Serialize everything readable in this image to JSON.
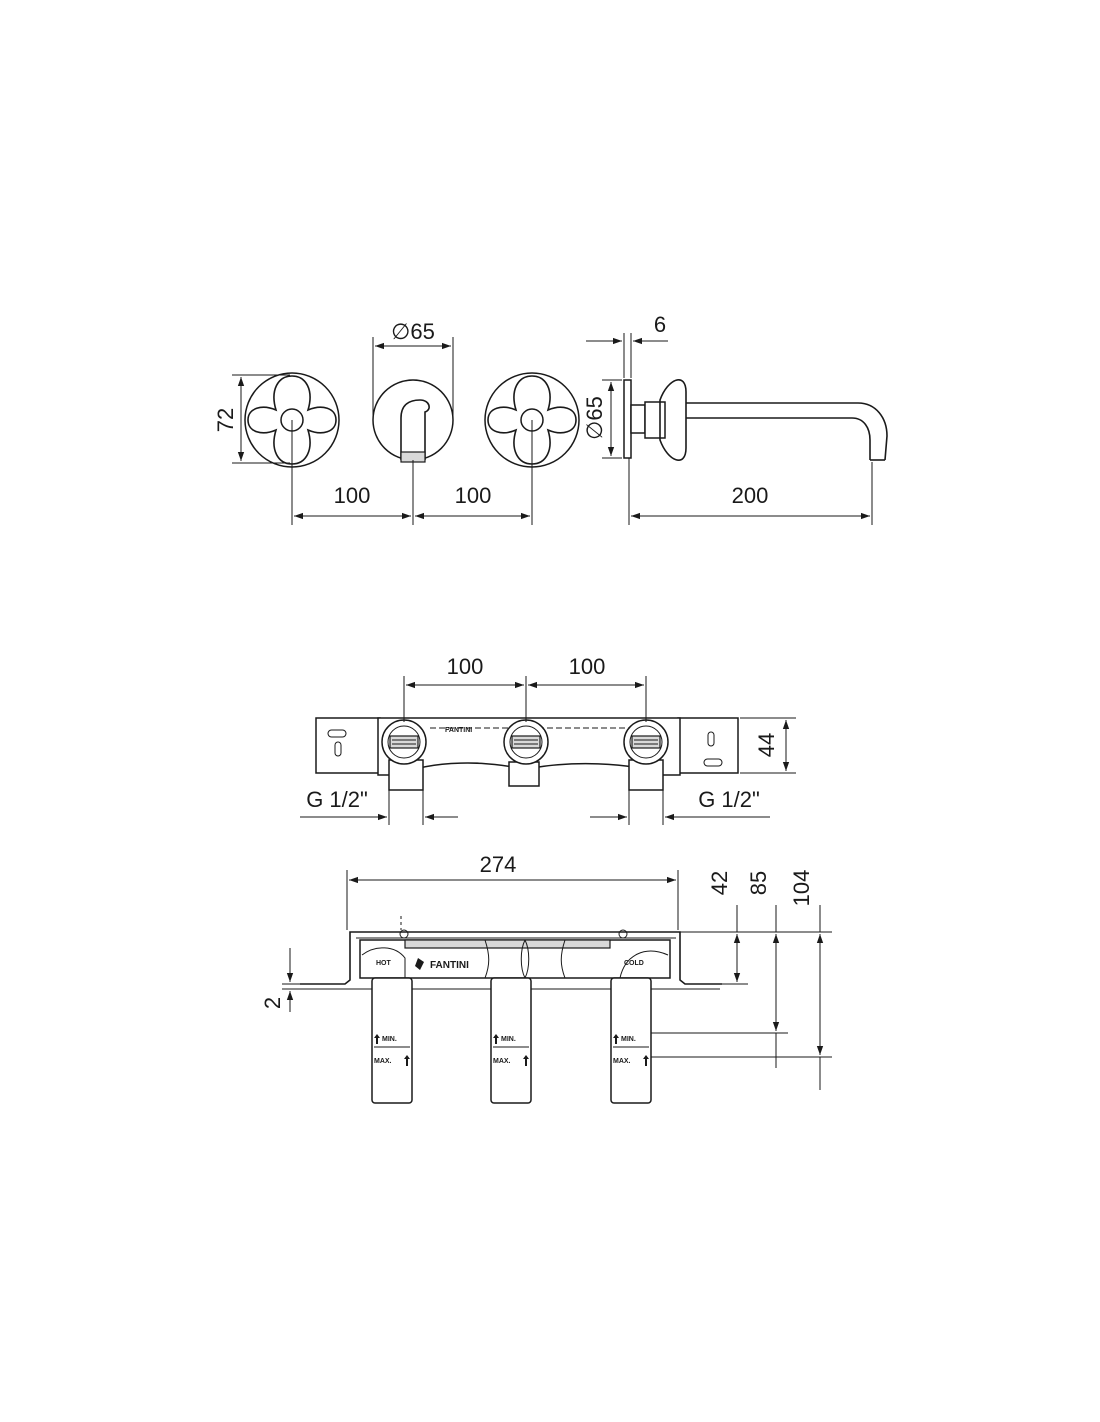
{
  "front_view": {
    "height_72": "72",
    "diameter_65": "∅65",
    "spacing_left": "100",
    "spacing_right": "100"
  },
  "side_view": {
    "plate_thickness": "6",
    "plate_diameter": "∅65",
    "spout_reach": "200"
  },
  "body_top_view": {
    "spacing_left": "100",
    "spacing_right": "100",
    "depth_44": "44",
    "thread_left": "G 1/2\"",
    "thread_right": "G 1/2\""
  },
  "body_front_view": {
    "width_274": "274",
    "dim_42": "42",
    "dim_85": "85",
    "dim_104": "104",
    "dim_2": "2",
    "label_hot": "HOT",
    "label_cold": "COLD",
    "brand": "FANTINI",
    "min_label": "MIN.",
    "max_label": "MAX."
  }
}
